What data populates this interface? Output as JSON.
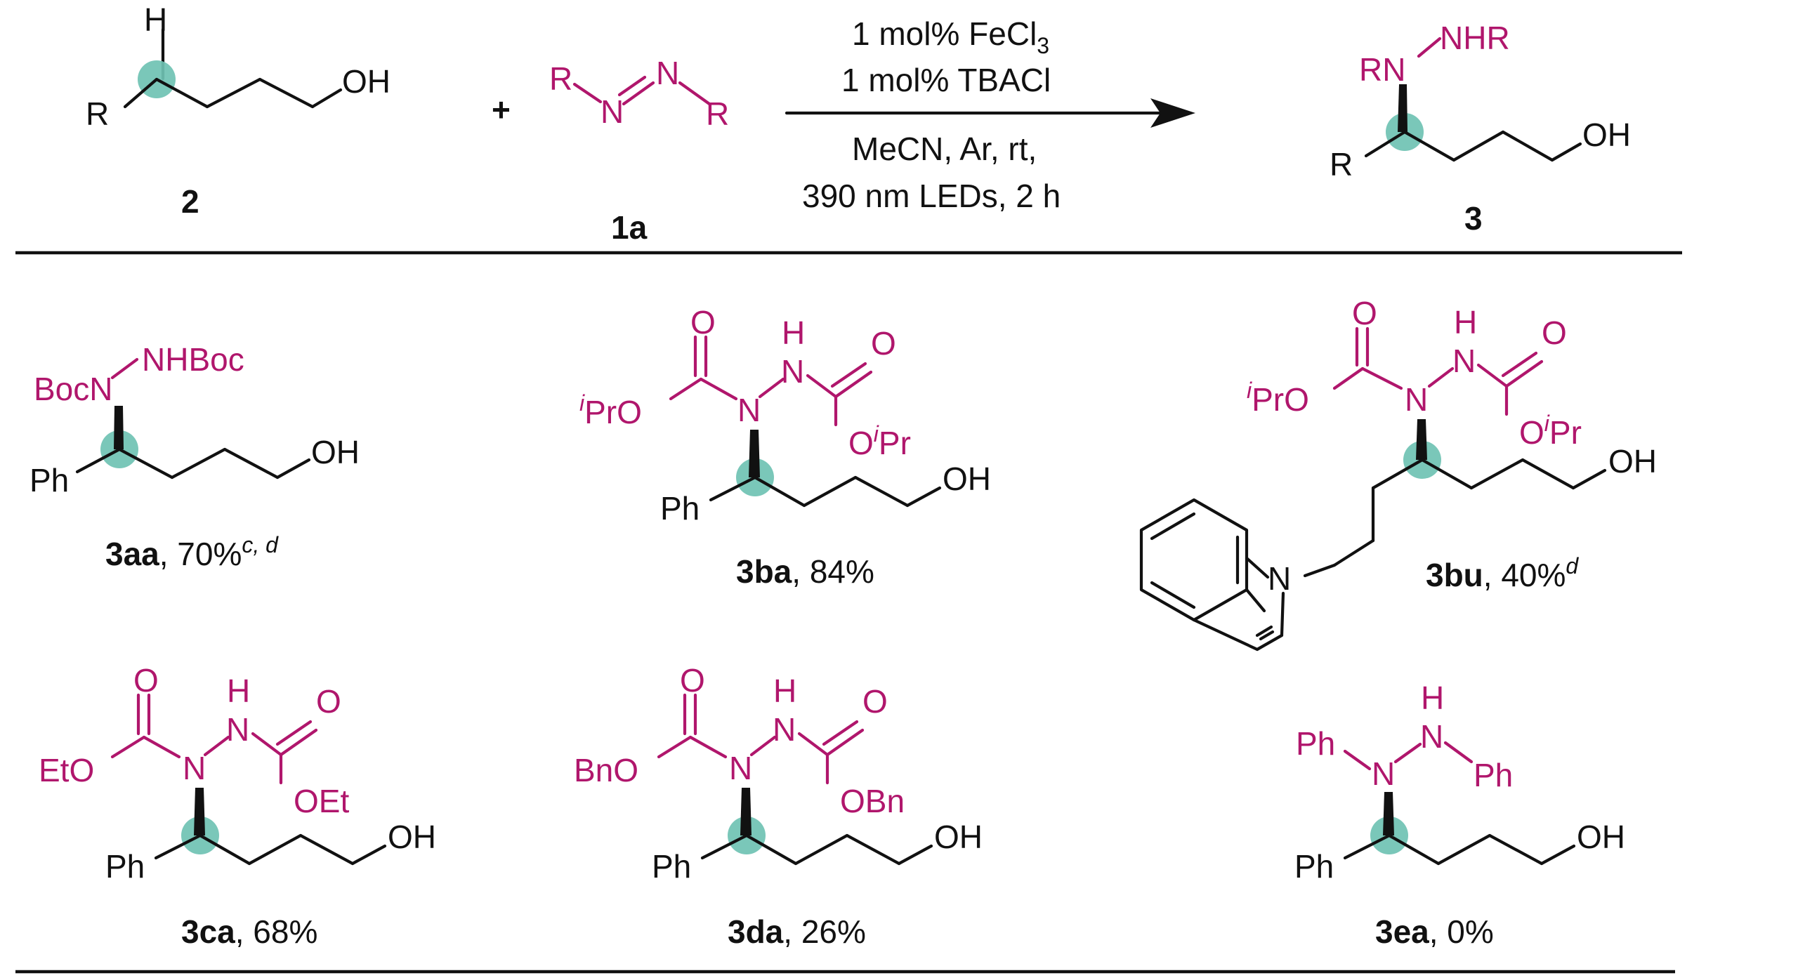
{
  "scheme": {
    "reagents": {
      "r_h": "H",
      "r_r": "R",
      "r_oh": "OH",
      "plus": "+",
      "azo_r1": "R",
      "azo_n1": "N",
      "azo_n2": "N",
      "azo_r2": "R",
      "label_alkane": "2",
      "label_azo": "1a",
      "label_product": "3"
    },
    "conditions": {
      "line1_prefix": "1 mol% FeCl",
      "line1_sub": "3",
      "line2": "1 mol% TBACl",
      "line3": "MeCN, Ar, rt,",
      "line4": "390 nm LEDs, 2 h"
    },
    "product_general": {
      "rn": "RN",
      "nhr": "NHR",
      "r": "R",
      "oh": "OH"
    },
    "compounds": [
      {
        "id": "3aa",
        "yield": ", 70%",
        "footnote": "c, d"
      },
      {
        "id": "3ba",
        "yield": ", 84%",
        "footnote": ""
      },
      {
        "id": "3bu",
        "yield": ", 40%",
        "footnote": "d"
      },
      {
        "id": "3ca",
        "yield": ", 68%",
        "footnote": ""
      },
      {
        "id": "3da",
        "yield": ", 26%",
        "footnote": ""
      },
      {
        "id": "3ea",
        "yield": ", 0%",
        "footnote": ""
      }
    ],
    "atoms": {
      "boc_n": "BocN",
      "nhboc": "NHBoc",
      "ph": "Ph",
      "oh": "OH",
      "o": "O",
      "n": "N",
      "h": "H",
      "i": "i",
      "pr": "Pr",
      "pr_o": "PrO",
      "eto": "EtO",
      "oet": "OEt",
      "bno": "BnO",
      "obn": "OBn"
    }
  }
}
